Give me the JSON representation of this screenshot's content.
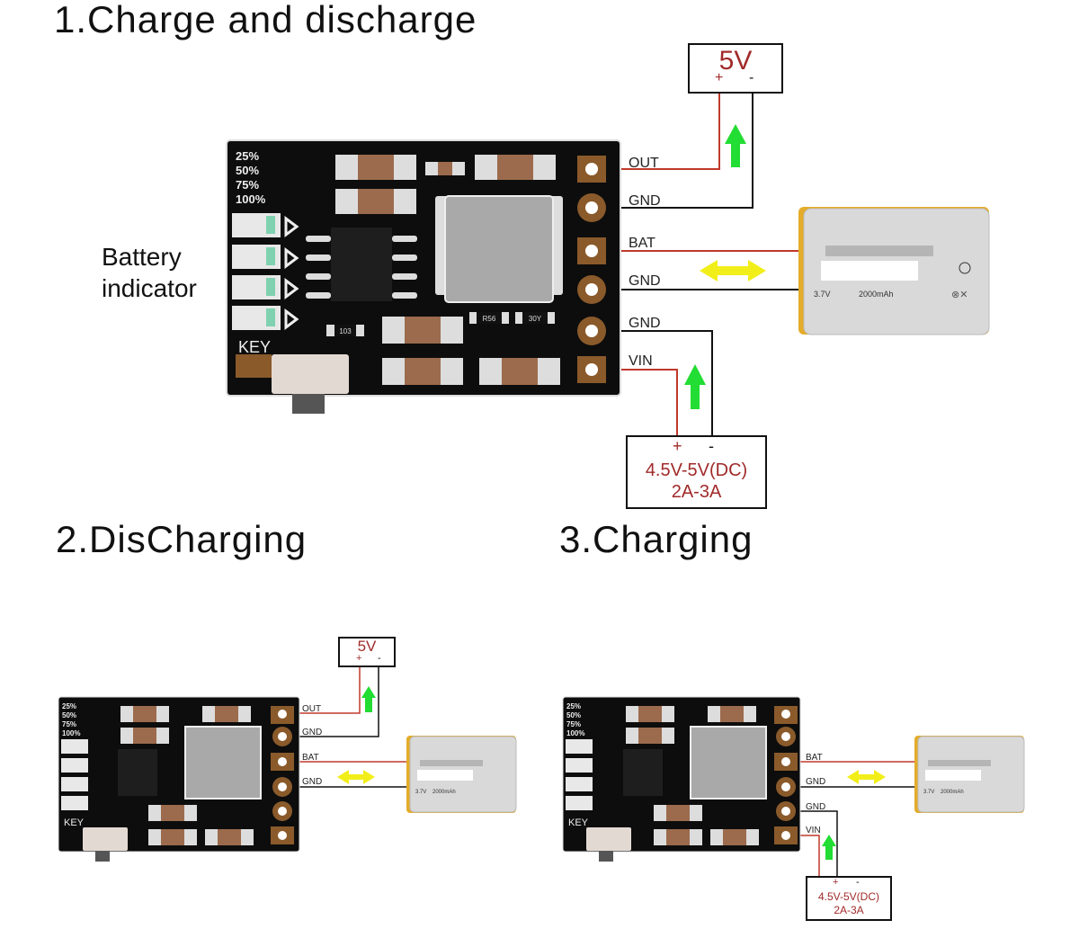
{
  "sections": {
    "charge_discharge": {
      "title": "1.Charge and discharge",
      "battery_indicator_label_line1": "Battery",
      "battery_indicator_label_line2": "indicator",
      "pins": [
        "OUT",
        "GND",
        "BAT",
        "GND",
        "GND",
        "VIN"
      ],
      "output_supply": {
        "voltage": "5V",
        "plus": "+",
        "minus": "-"
      },
      "input_supply": {
        "plus": "+",
        "minus": "-",
        "line1": "4.5V-5V(DC)",
        "line2": "2A-3A"
      }
    },
    "discharging": {
      "title": "2.DisCharging",
      "pins": [
        "OUT",
        "GND",
        "BAT",
        "GND"
      ],
      "output_supply": {
        "voltage": "5V",
        "plus": "+",
        "minus": "-"
      }
    },
    "charging": {
      "title": "3.Charging",
      "pins": [
        "BAT",
        "GND",
        "GND",
        "VIN"
      ],
      "input_supply": {
        "plus": "+",
        "minus": "-",
        "line1": "4.5V-5V(DC)",
        "line2": "2A-3A"
      }
    }
  },
  "board": {
    "percent_labels": [
      "25%",
      "50%",
      "75%",
      "100%"
    ],
    "key_label": "KEY",
    "chip_markings": [
      "103",
      "R56",
      "30Y"
    ]
  },
  "battery": {
    "spec_voltage": "3.7V",
    "spec_capacity": "2000mAh"
  },
  "colors": {
    "positive_wire": "#c0392b",
    "negative_wire": "#111111",
    "flow_arrow_power": "#22dd33",
    "flow_arrow_battery": "#f2ee1a",
    "supply_text": "#a12a2a",
    "pcb": "#0d0d0d",
    "pad": "#8a5a2b"
  }
}
